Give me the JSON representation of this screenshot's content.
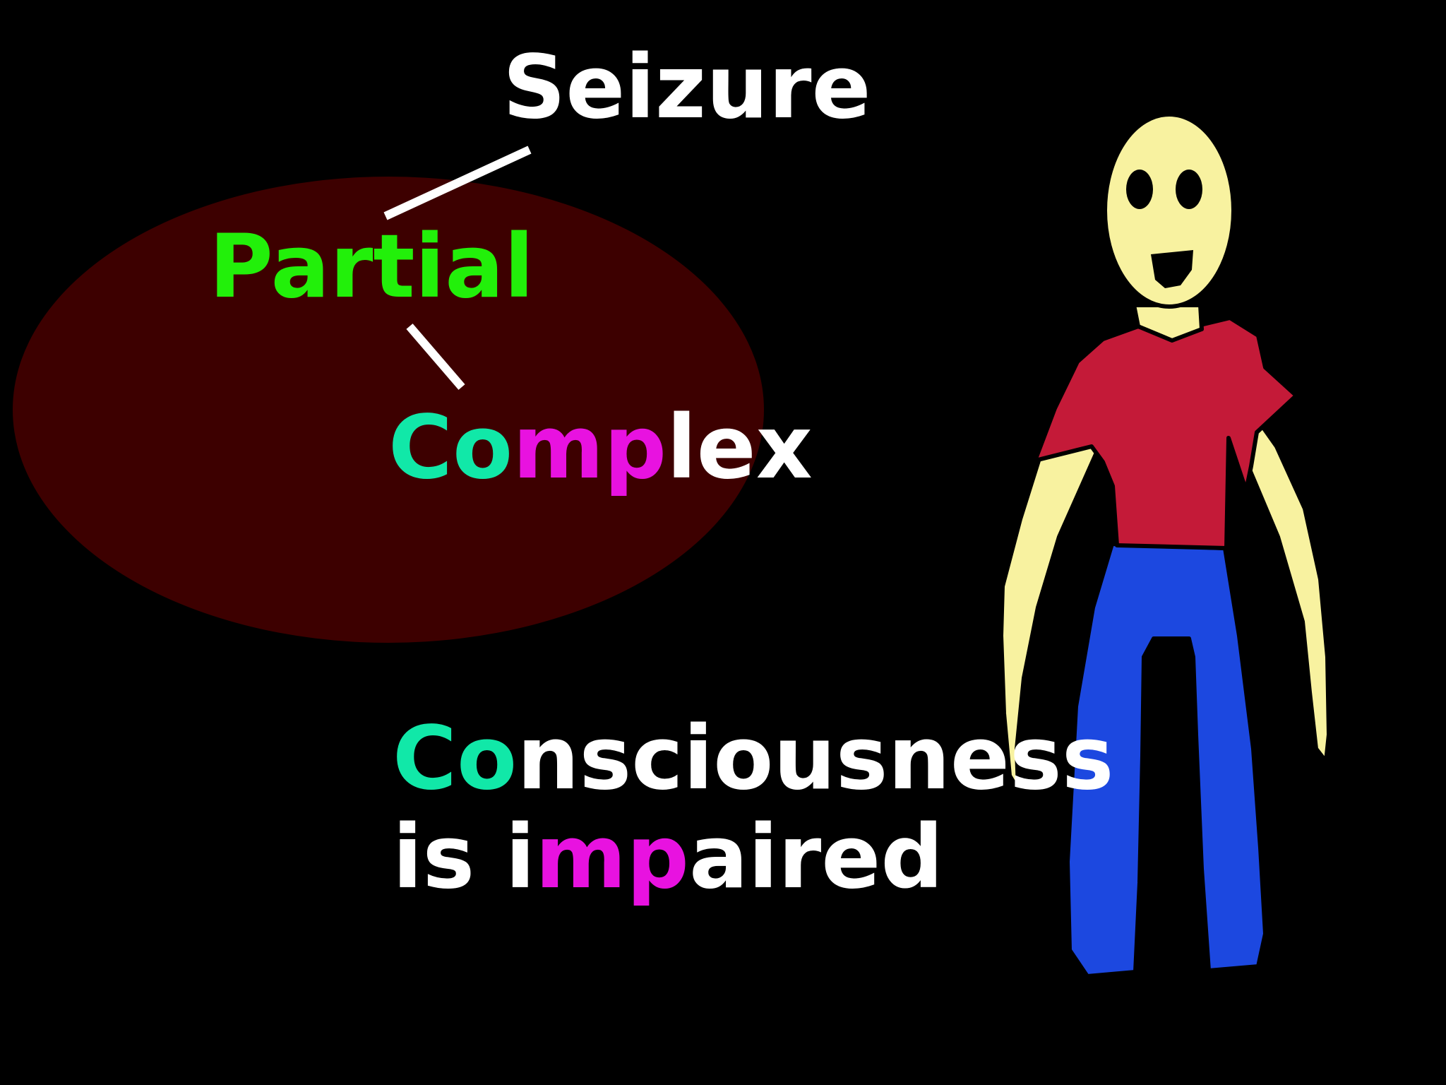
{
  "colors": {
    "background": "#000000",
    "ellipse": "#3d0000",
    "text_white": "#ffffff",
    "partial_green": "#22f00a",
    "co_teal": "#11e8a8",
    "mp_magenta": "#e812e0",
    "skin": "#f8f2a0",
    "shirt": "#c41a38",
    "pants": "#1c48e0",
    "connector": "#ffffff"
  },
  "labels": {
    "seizure": "Seizure",
    "partial": "Partial",
    "complex": {
      "part1": "Co",
      "part2": "mp",
      "part3": "lex"
    },
    "consciousness": {
      "part1": "Co",
      "part2": "nsciousness"
    },
    "impaired": {
      "part1": "is i",
      "part2": "mp",
      "part3": "aired"
    }
  }
}
